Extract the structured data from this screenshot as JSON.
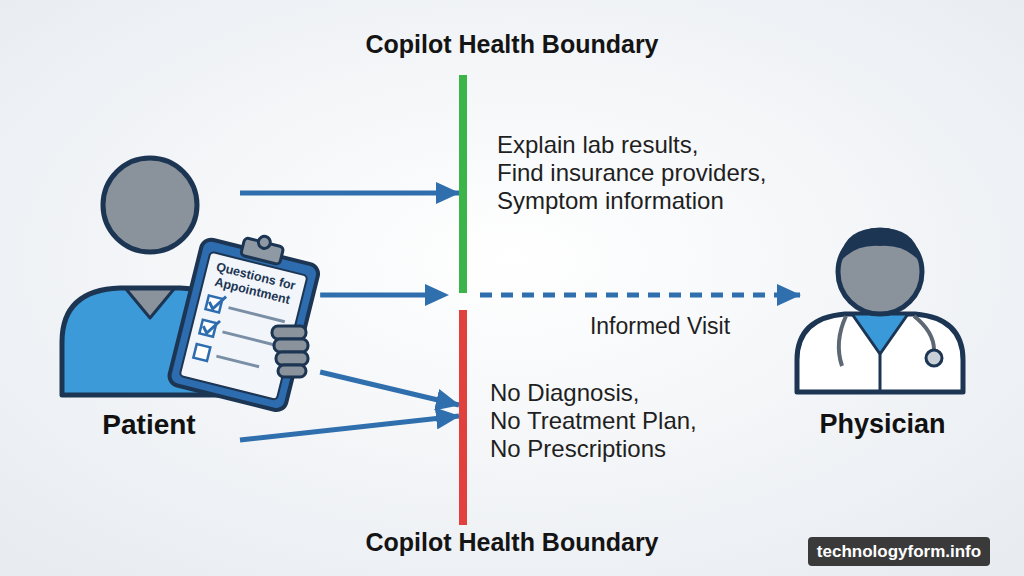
{
  "diagram": {
    "title": "Copilot Health Boundary",
    "nodes": [
      {
        "text": [
          "Patient"
        ]
      },
      {
        "text": [
          "Questions for Appointment"
        ]
      },
      {
        "text": [
          "Explain lab results, Find insurance providers, Symptom information"
        ]
      },
      {
        "text": [
          "No Diagnosis, No Treatment Plan, No Prescriptions"
        ]
      },
      {
        "text": [
          "Physician"
        ]
      }
    ],
    "edges": [
      {
        "from": 0,
        "to": 2,
        "arrow": "to"
      },
      {
        "from": 1,
        "to": 4,
        "label": "Informed Visit",
        "arrow": "to"
      },
      {
        "from": 1,
        "to": 3,
        "arrow": "to"
      },
      {
        "from": 0,
        "to": 3,
        "arrow": "to"
      }
    ],
    "labels": [
      "Copilot Health Boundary",
      "technologyform.info"
    ]
  }
}
